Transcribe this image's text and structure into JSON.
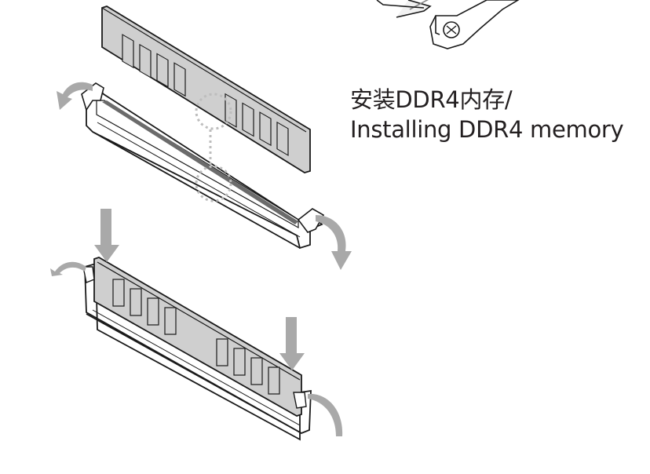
{
  "caption": {
    "line1": "安装DDR4内存/",
    "line2": "Installing DDR4 memory"
  },
  "figure": {
    "title": "DDR4 memory installation diagram",
    "steps": [
      {
        "name": "open-latches",
        "description": "Open the retaining clips at both ends of the DIMM slot"
      },
      {
        "name": "align-notch",
        "description": "Align the notch on the module with the key in the slot"
      },
      {
        "name": "press-down",
        "description": "Press the module down until the clips lock"
      }
    ],
    "colors": {
      "module_fill": "#cfcfcf",
      "outline": "#1a1a1a",
      "arrow": "#a9a9a9",
      "slot_groove": "#6b6b6b",
      "text": "#231f20"
    }
  }
}
